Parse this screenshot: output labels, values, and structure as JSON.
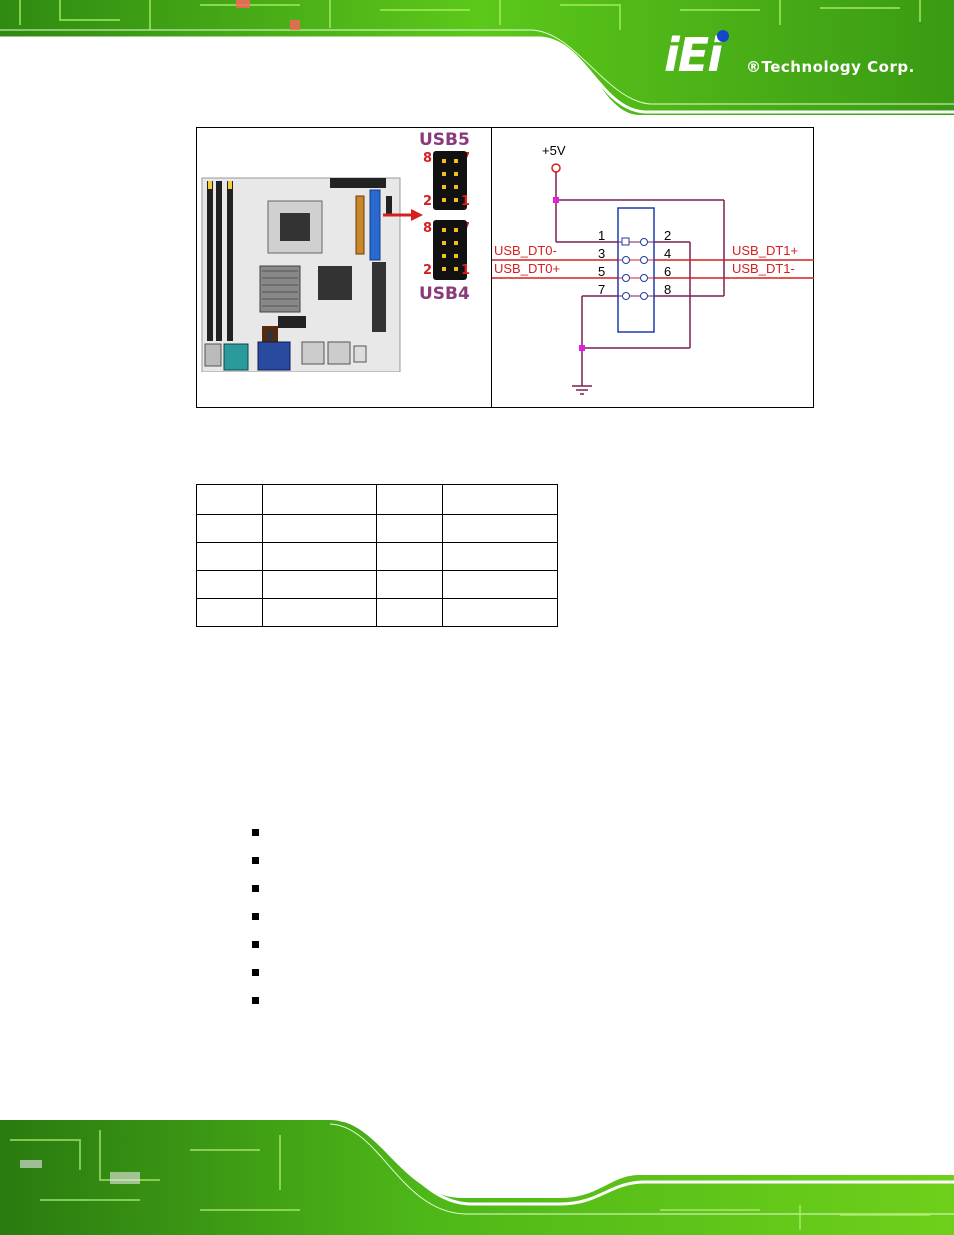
{
  "brand": {
    "logo_mark": "iEi",
    "logo_text": "®Technology Corp."
  },
  "figure": {
    "connector_top": "USB5",
    "connector_bottom": "USB4",
    "top_pins": {
      "left": "8",
      "right": "7",
      "bottom_left": "2",
      "bottom_right": "1"
    },
    "bottom_pins": {
      "left": "8",
      "right": "7",
      "bottom_left": "2",
      "bottom_right": "1"
    },
    "schematic": {
      "power_label": "+5V",
      "signal_left_1": "USB_DT0-",
      "signal_left_2": "USB_DT0+",
      "signal_right_1": "USB_DT1+",
      "signal_right_2": "USB_DT1-",
      "pin_numbers": [
        "1",
        "2",
        "3",
        "4",
        "5",
        "6",
        "7",
        "8"
      ]
    }
  },
  "pin_table": {
    "rows": [
      [
        "",
        "",
        "",
        ""
      ],
      [
        "",
        "",
        "",
        ""
      ],
      [
        "",
        "",
        "",
        ""
      ],
      [
        "",
        "",
        "",
        ""
      ],
      [
        "",
        "",
        "",
        ""
      ]
    ]
  },
  "bullet_list": {
    "count": 7
  },
  "colors": {
    "accent_green": "#6fd01a",
    "dark_green": "#1f6a12",
    "connector_label": "#8a3a7a",
    "pin_label": "#d42020",
    "signal_red": "#d42020",
    "wire_purple": "#7a2050",
    "junction_magenta": "#e020e0",
    "pin_box_blue": "#1e3ca8"
  }
}
